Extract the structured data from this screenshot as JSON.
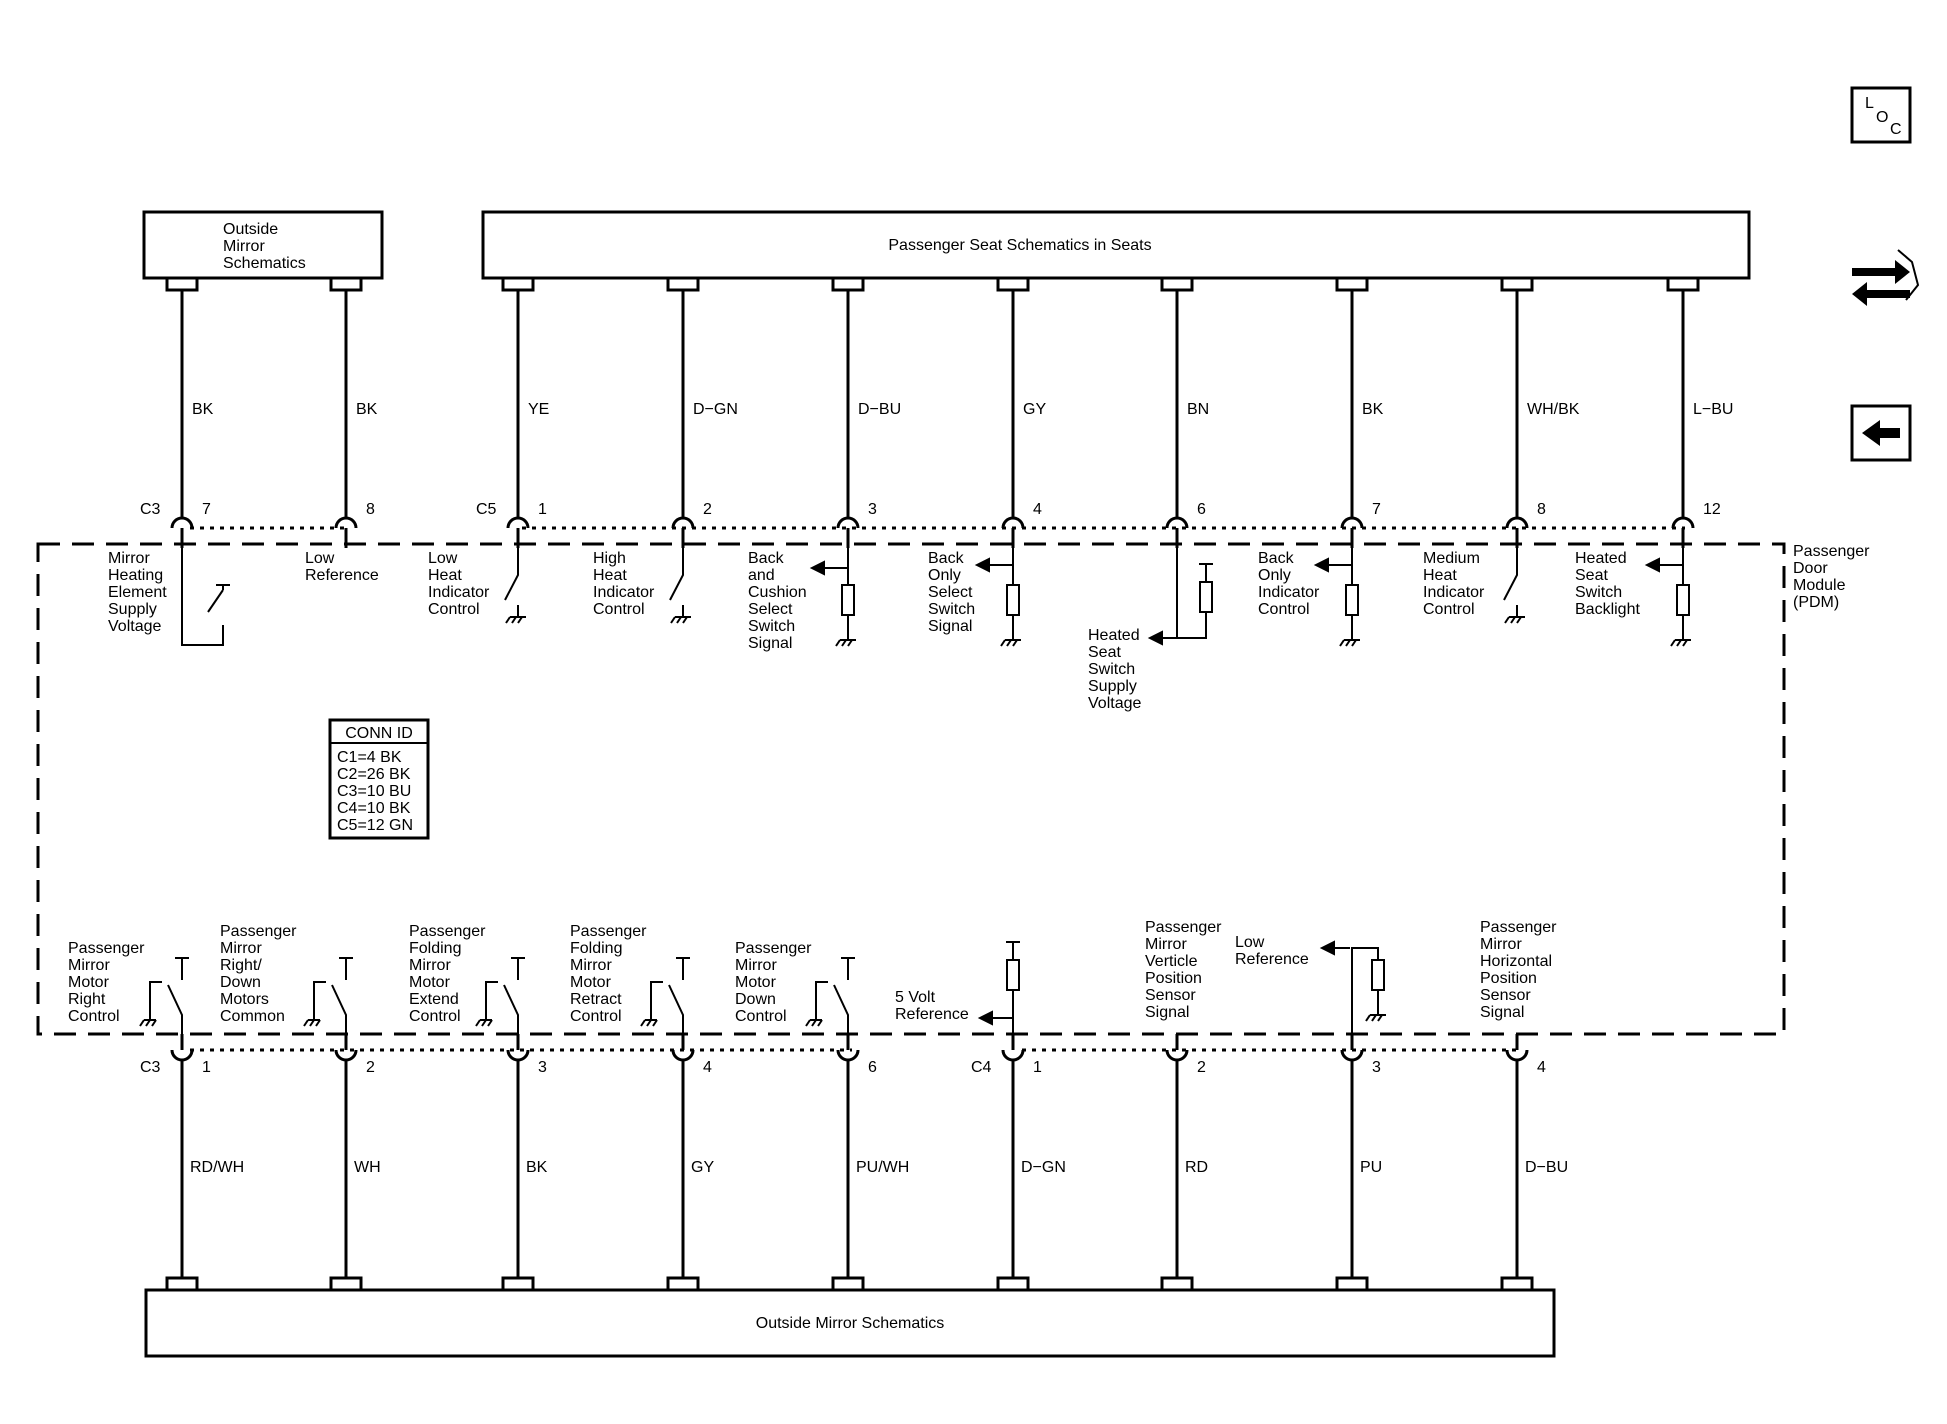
{
  "boxes": {
    "outside_mirror_top": [
      "Outside",
      "Mirror",
      "Schematics"
    ],
    "passenger_seat": "Passenger Seat Schematics in Seats",
    "outside_mirror_bottom": "Outside Mirror Schematics"
  },
  "module_label": [
    "Passenger",
    "Door",
    "Module",
    "(PDM)"
  ],
  "conn_id": {
    "title": "CONN ID",
    "lines": [
      "C1=4 BK",
      "C2=26 BK",
      "C3=10 BU",
      "C4=10 BK",
      "C5=12 GN"
    ]
  },
  "top_pins": [
    {
      "conn": "C3",
      "pin": "7",
      "wire": "BK",
      "label": [
        "Mirror",
        "Heating",
        "Element",
        "Supply",
        "Voltage"
      ]
    },
    {
      "conn": "",
      "pin": "8",
      "wire": "BK",
      "label": [
        "Low",
        "Reference"
      ]
    },
    {
      "conn": "C5",
      "pin": "1",
      "wire": "YE",
      "label": [
        "Low",
        "Heat",
        "Indicator",
        "Control"
      ]
    },
    {
      "conn": "",
      "pin": "2",
      "wire": "D−GN",
      "label": [
        "High",
        "Heat",
        "Indicator",
        "Control"
      ]
    },
    {
      "conn": "",
      "pin": "3",
      "wire": "D−BU",
      "label": [
        "Back",
        "and",
        "Cushion",
        "Select",
        "Switch",
        "Signal"
      ]
    },
    {
      "conn": "",
      "pin": "4",
      "wire": "GY",
      "label": [
        "Back",
        "Only",
        "Select",
        "Switch",
        "Signal"
      ]
    },
    {
      "conn": "",
      "pin": "6",
      "wire": "BN",
      "label": [
        "Heated",
        "Seat",
        "Switch",
        "Supply",
        "Voltage"
      ]
    },
    {
      "conn": "",
      "pin": "7",
      "wire": "BK",
      "label": [
        "Back",
        "Only",
        "Indicator",
        "Control"
      ]
    },
    {
      "conn": "",
      "pin": "8",
      "wire": "WH/BK",
      "label": [
        "Medium",
        "Heat",
        "Indicator",
        "Control"
      ]
    },
    {
      "conn": "",
      "pin": "12",
      "wire": "L−BU",
      "label": [
        "Heated",
        "Seat",
        "Switch",
        "Backlight"
      ]
    }
  ],
  "bottom_pins": [
    {
      "conn": "C3",
      "pin": "1",
      "wire": "RD/WH",
      "label": [
        "Passenger",
        "Mirror",
        "Motor",
        "Right",
        "Control"
      ]
    },
    {
      "conn": "",
      "pin": "2",
      "wire": "WH",
      "label": [
        "Passenger",
        "Mirror",
        "Right/",
        "Down",
        "Motors",
        "Common"
      ]
    },
    {
      "conn": "",
      "pin": "3",
      "wire": "BK",
      "label": [
        "Passenger",
        "Folding",
        "Mirror",
        "Motor",
        "Extend",
        "Control"
      ]
    },
    {
      "conn": "",
      "pin": "4",
      "wire": "GY",
      "label": [
        "Passenger",
        "Folding",
        "Mirror",
        "Motor",
        "Retract",
        "Control"
      ]
    },
    {
      "conn": "",
      "pin": "6",
      "wire": "PU/WH",
      "label": [
        "Passenger",
        "Mirror",
        "Motor",
        "Down",
        "Control"
      ]
    },
    {
      "conn": "C4",
      "pin": "1",
      "wire": "D−GN",
      "label": [
        "5 Volt",
        "Reference"
      ]
    },
    {
      "conn": "",
      "pin": "2",
      "wire": "RD",
      "label": [
        "Passenger",
        "Mirror",
        "Verticle",
        "Position",
        "Sensor",
        "Signal"
      ]
    },
    {
      "conn": "",
      "pin": "3",
      "wire": "PU",
      "label": [
        "Low",
        "Reference"
      ]
    },
    {
      "conn": "",
      "pin": "4",
      "wire": "D−BU",
      "label": [
        "Passenger",
        "Mirror",
        "Horizontal",
        "Position",
        "Sensor",
        "Signal"
      ]
    }
  ],
  "icons": {
    "loc": [
      "L",
      "O",
      "C"
    ]
  }
}
